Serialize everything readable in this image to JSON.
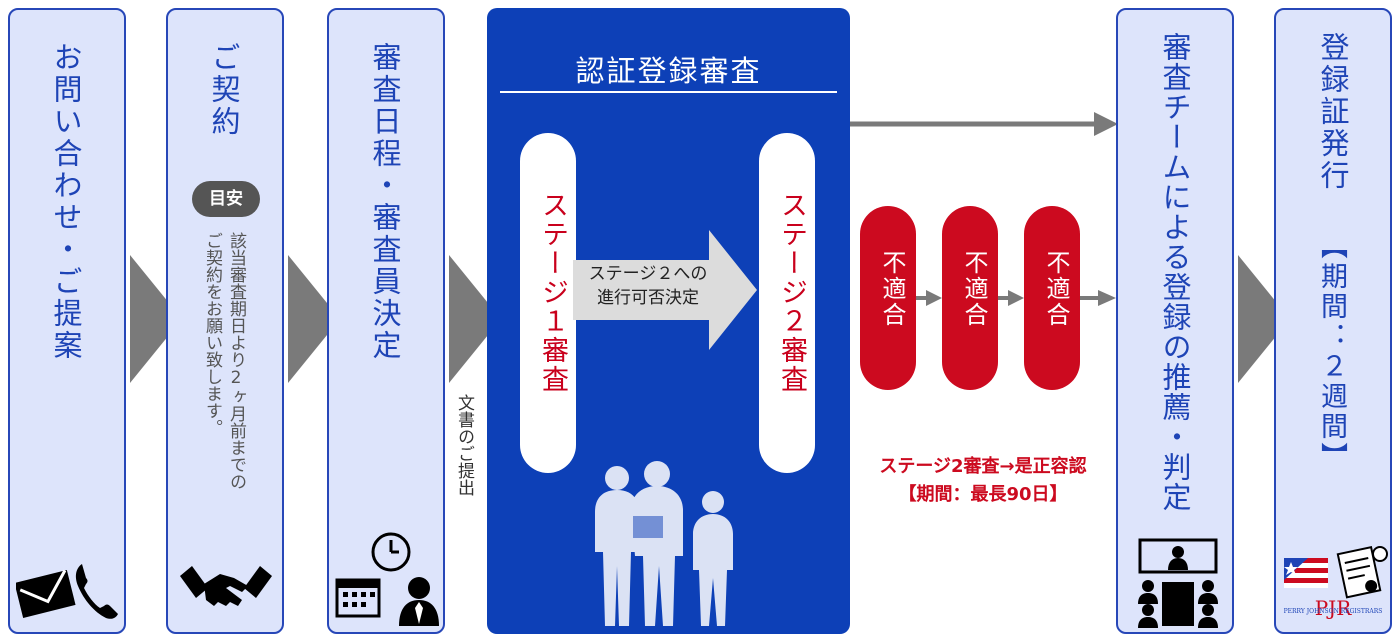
{
  "steps": {
    "inquiry": "お問い合わせ・ご提案",
    "contract": "ご契約",
    "contract_badge": "目安",
    "contract_note_1": "該当審査期日より2ヶ月前までの",
    "contract_note_2": "ご契約をお願い致します。",
    "schedule": "審査日程・審査員決定",
    "document_note": "文書のご提出",
    "recommend": "審査チームによる登録の推薦・判定",
    "certificate": "登録証発行",
    "certificate_period": "【期間：２週間】"
  },
  "main": {
    "title": "認証登録審査",
    "stage1": "ステージ１審査",
    "decision_line1": "ステージ２への",
    "decision_line2": "進行可否決定",
    "stage2": "ステージ２審査"
  },
  "nonconformity": {
    "label": "不適合"
  },
  "notes": {
    "line1": "ステージ2審査→是正容認",
    "line2": "【期間：最長90日】"
  },
  "logo": {
    "letters": "PJR",
    "tagline": "PERRY JOHNSON REGISTRARS"
  },
  "colors": {
    "primary": "#0d40b7",
    "accent": "#cc0a1f",
    "panel": "#dde4fb",
    "arrow": "#7a7a7a"
  }
}
